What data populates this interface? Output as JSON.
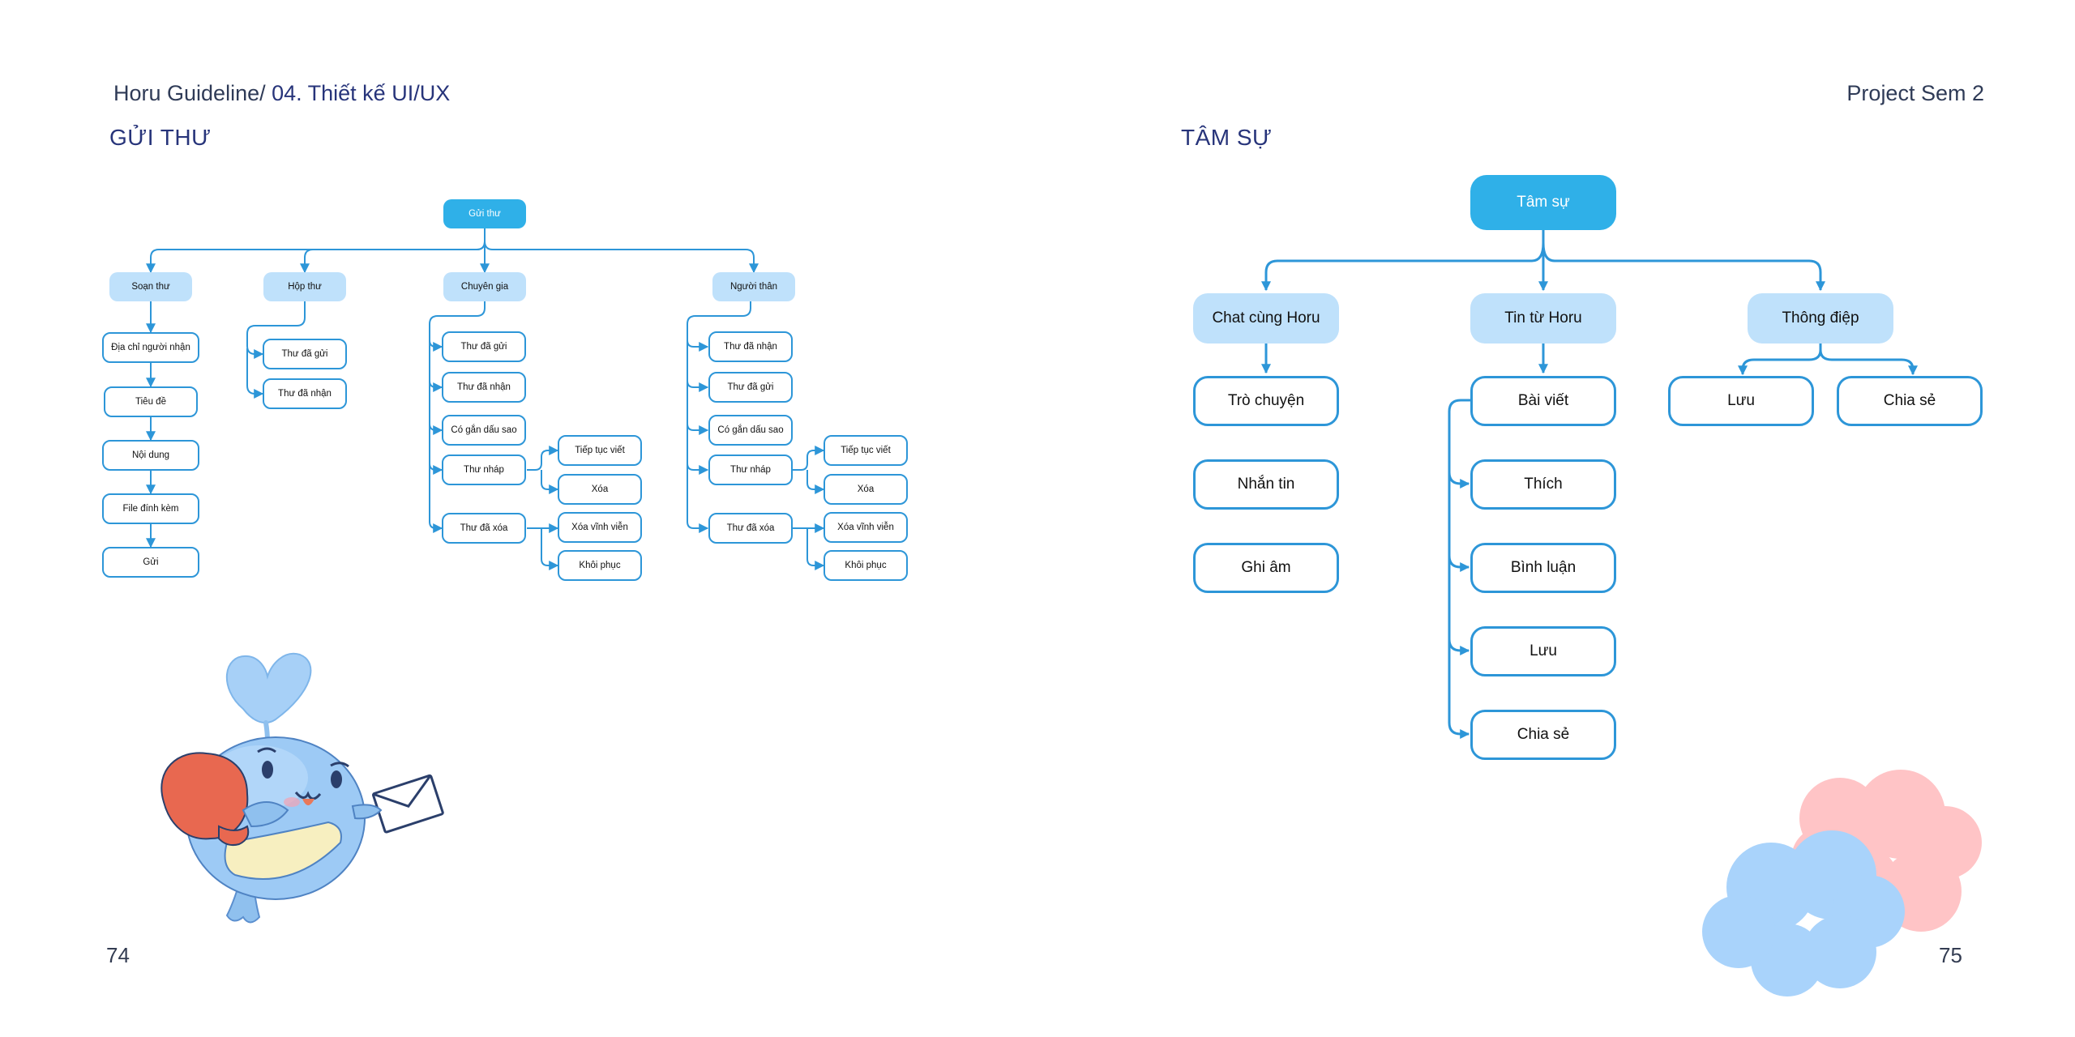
{
  "header": {
    "guide_prefix": "Horu Guideline/ ",
    "guide_section": "04. Thiết kế UI/UX",
    "project": "Project Sem 2"
  },
  "left": {
    "title": "GỬI THƯ",
    "page_number": "74",
    "root": "Gửi thư",
    "soan_thu": {
      "label": "Soạn thư",
      "items": [
        "Địa chỉ người nhận",
        "Tiêu đề",
        "Nội dung",
        "File đính kèm",
        "Gửi"
      ]
    },
    "hop_thu": {
      "label": "Hộp thư",
      "items": [
        "Thư đã gửi",
        "Thư đã nhận"
      ]
    },
    "chuyen_gia": {
      "label": "Chuyên gia",
      "items": [
        "Thư đã gửi",
        "Thư đã nhận",
        "Có gắn dấu sao",
        "Thư nháp",
        "Thư đã xóa"
      ],
      "thu_nhap_children": [
        "Tiếp tục viết",
        "Xóa"
      ],
      "thu_da_xoa_children": [
        "Xóa vĩnh viễn",
        "Khôi phục"
      ]
    },
    "nguoi_than": {
      "label": "Người thân",
      "items": [
        "Thư đã nhận",
        "Thư đã gửi",
        "Có gắn dấu sao",
        "Thư nháp",
        "Thư đã xóa"
      ],
      "thu_nhap_children": [
        "Tiếp tục viết",
        "Xóa"
      ],
      "thu_da_xoa_children": [
        "Xóa vĩnh viễn",
        "Khôi phục"
      ]
    }
  },
  "right": {
    "title": "TÂM SỰ",
    "page_number": "75",
    "root": "Tâm sự",
    "chat": {
      "label": "Chat cùng Horu",
      "items": [
        "Trò chuyện",
        "Nhắn tin",
        "Ghi âm"
      ]
    },
    "tin_tu_horu": {
      "label": "Tin từ Horu",
      "items": [
        "Bài viết",
        "Thích",
        "Bình luận",
        "Lưu",
        "Chia sẻ"
      ]
    },
    "thong_diep": {
      "label": "Thông điệp",
      "items": [
        "Lưu",
        "Chia sẻ"
      ]
    }
  },
  "colors": {
    "root": "#2fb0e8",
    "level1": "#bfe1fb",
    "connector": "#2d96d8",
    "heading": "#27347a",
    "cloud_pink": "#ffc4c6",
    "cloud_blue": "#a9d3fb"
  },
  "icons": {
    "mascot": "whale-mascot-illustration",
    "clouds": "cloud-illustration"
  }
}
